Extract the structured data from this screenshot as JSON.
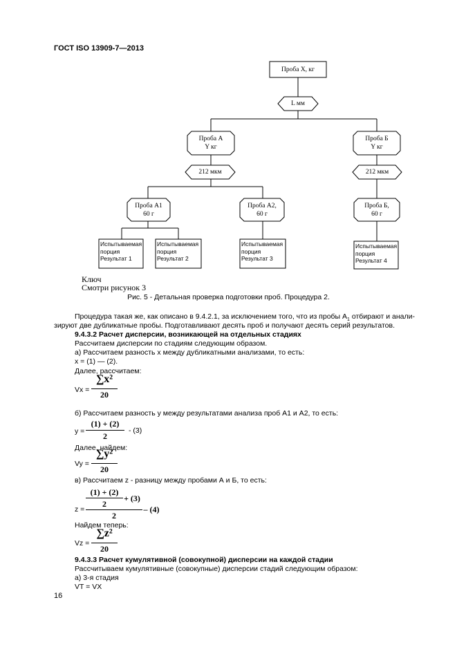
{
  "header": {
    "standard": "ГОСТ ISO 13909-7—2013"
  },
  "diagram": {
    "root": "Проба X, кг",
    "sieve_top": "L мм",
    "sample_a": [
      "Проба А",
      "Y кг"
    ],
    "sample_b": [
      "Проба Б",
      "Y кг"
    ],
    "sieve_a": "212 мкм",
    "sieve_b": "212 мкм",
    "sample_a1": [
      "Проба А1",
      "60 г"
    ],
    "sample_a2": [
      "Проба А2,",
      "60 г"
    ],
    "sample_b1": [
      "Проба Б,",
      "60 г"
    ],
    "results": [
      [
        "Испытываемая",
        "порция",
        "Результат 1"
      ],
      [
        "Испытываемая",
        "порция",
        "Результат 2"
      ],
      [
        "Испытываемая",
        "порция",
        "Результат 3"
      ],
      [
        "Испытываемая",
        "порция",
        "Результат 4"
      ]
    ],
    "key_title": "Ключ",
    "key_text": "Смотри рисунок 3",
    "caption": "Рис. 5 - Детальная проверка подготовки проб. Процедура 2."
  },
  "text": {
    "p1_line1": "Процедура такая же, как описано в 9.4.2.1, за исключением того, что из пробы А",
    "p1_sub": "1",
    "p1_line1_end": " отбирают и анали-",
    "p1_line2": "зируют две  дубликатные пробы. Подготавливают десять проб и получают десять серий результатов.",
    "h1": "9.4.3.2 Расчет дисперсии, возникающей на отдельных стадиях",
    "l1": "Рассчитаем дисперсии по стадиям следующим образом.",
    "a_text": "а) Рассчитаем разность  x  между дубликатными анализами, то есть:",
    "x_eq": "x =  (1) — (2).",
    "next1": "Далее, рассчитаем:",
    "vx_lhs": "Vx =",
    "b_text": "б) Рассчитаем разность  у между результатами анализа проб  А1 и А2, то есть:",
    "y_lhs": "у =",
    "y_num": "(1) + (2)",
    "y_den": "2",
    "y_tail": "- (3)",
    "next2": "Далее, найдем:",
    "vy_lhs": "Vy =",
    "c_text": "в) Рассчитаем z - разницу между пробами А и Б, то есть:",
    "z_lhs": "z =",
    "z_inner_num": "(1) + (2)",
    "z_inner_den": "2",
    "z_plus3": "+ (3)",
    "z_den": "2",
    "z_tail": "– (4)",
    "next3": "Найдем теперь:",
    "vz_lhs": "Vz =",
    "sum_x": "∑x²",
    "sum_y": "∑y²",
    "sum_z": "∑z²",
    "den20": "20",
    "h2": "9.4.3.3 Расчет кумулятивной (совокупной) дисперсии на каждой стадии",
    "l2": "Рассчитываем кумулятивные (совокупные) дисперсии стадий следующим образом:",
    "s3": "а) 3-я стадия",
    "vt": "VT = VX"
  },
  "footer": {
    "page_number": "16"
  }
}
